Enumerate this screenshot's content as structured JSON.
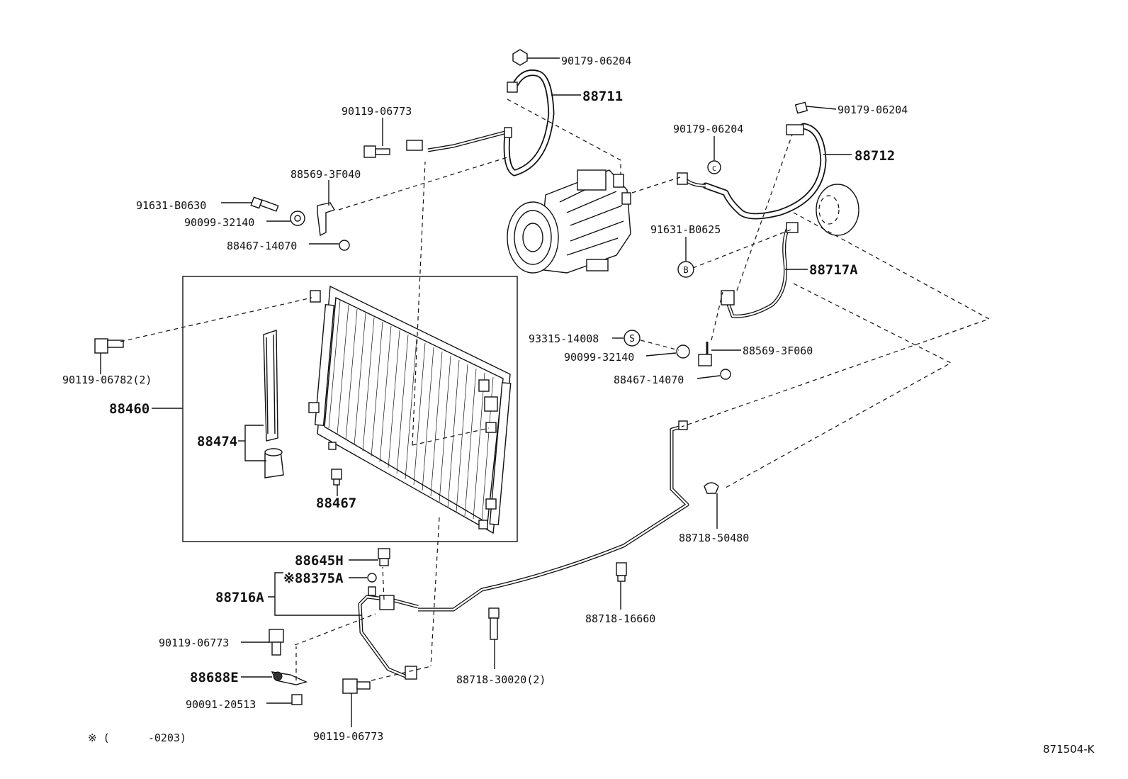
{
  "labels": {
    "p90179_06204_top": "90179-06204",
    "p88711": "88711",
    "p90119_06773_top": "90119-06773",
    "p88569_3F040": "88569-3F040",
    "p91631_B0630": "91631-B0630",
    "p90099_32140_left": "90099-32140",
    "p88467_14070_left": "88467-14070",
    "p90179_06204_right": "90179-06204",
    "p90179_06204_mid": "90179-06204",
    "p88712": "88712",
    "p91631_B0625": "91631-B0625",
    "p88717A": "88717A",
    "p93315_14008": "93315-14008",
    "p90099_32140_right": "90099-32140",
    "p88569_3F060": "88569-3F060",
    "p88467_14070_right": "88467-14070",
    "p90119_06782": "90119-06782(2)",
    "p88460": "88460",
    "p88474": "88474",
    "p88467": "88467",
    "p88718_50480": "88718-50480",
    "p88645H": "88645H",
    "p88375A": "※88375A",
    "p88716A": "88716A",
    "p88718_16660": "88718-16660",
    "p90119_06773_bl": "90119-06773",
    "p88688E": "88688E",
    "p88718_30020": "88718-30020(2)",
    "p90091_20513": "90091-20513",
    "p90119_06773_bottom": "90119-06773",
    "footnote": "※ (      -0203)",
    "marker_b": "B",
    "marker_s": "S"
  },
  "diagram_code": "871504-K"
}
